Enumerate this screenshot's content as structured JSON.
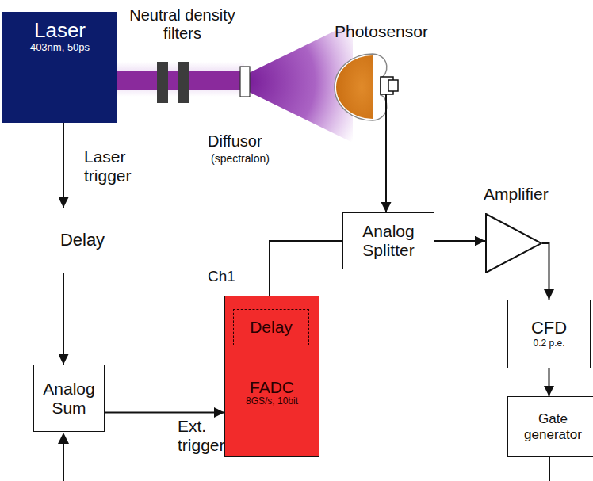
{
  "diagram": {
    "nodes": [
      {
        "text": [
          "Laser",
          "403nm, 50ps"
        ]
      },
      {
        "text": [
          "Photosensor"
        ]
      },
      {
        "text": [
          "Delay"
        ]
      },
      {
        "text": [
          "Analog Splitter"
        ]
      },
      {
        "text": [
          "Amplifier"
        ]
      },
      {
        "text": [
          "FADC",
          "8GS/s, 10bit"
        ]
      },
      {
        "text": [
          "Delay"
        ],
        "in": 5
      },
      {
        "text": [
          "Analog Sum"
        ]
      },
      {
        "text": [
          "CFD",
          "0.2 p.e."
        ]
      },
      {
        "text": [
          "Gate generator"
        ]
      }
    ],
    "edges": [
      {
        "from": 0,
        "to": 2,
        "label": "Laser trigger",
        "arrow": "to"
      },
      {
        "from": 1,
        "to": 3,
        "arrow": "to"
      },
      {
        "from": 3,
        "to": 5,
        "arrow": "none"
      },
      {
        "from": 3,
        "to": 4,
        "arrow": "to"
      },
      {
        "from": 4,
        "to": 8,
        "arrow": "to"
      },
      {
        "from": 8,
        "to": 9,
        "arrow": "to"
      },
      {
        "from": 2,
        "to": 7,
        "arrow": "to"
      },
      {
        "from": 7,
        "to": 5,
        "label": "Ext. trigger",
        "arrow": "to"
      }
    ],
    "labels": [
      "Neutral density filters",
      "Diffusor",
      "(spectralon)",
      "Ch1"
    ]
  }
}
